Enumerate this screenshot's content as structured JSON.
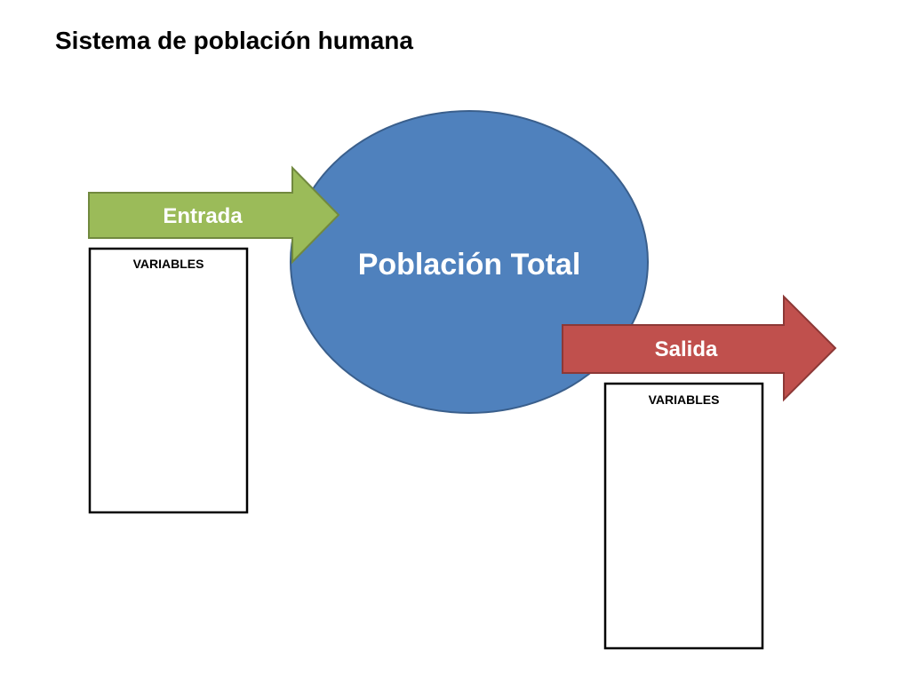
{
  "title": "Sistema de población humana",
  "center": {
    "label": "Población Total",
    "fill": "#4f81bd",
    "stroke": "#3a5f8c"
  },
  "input_arrow": {
    "label": "Entrada",
    "fill": "#9bbb59",
    "stroke": "#71893f"
  },
  "output_arrow": {
    "label": "Salida",
    "fill": "#c0504d",
    "stroke": "#8c3836"
  },
  "input_box": {
    "heading": "VARIABLES"
  },
  "output_box": {
    "heading": "VARIABLES"
  }
}
